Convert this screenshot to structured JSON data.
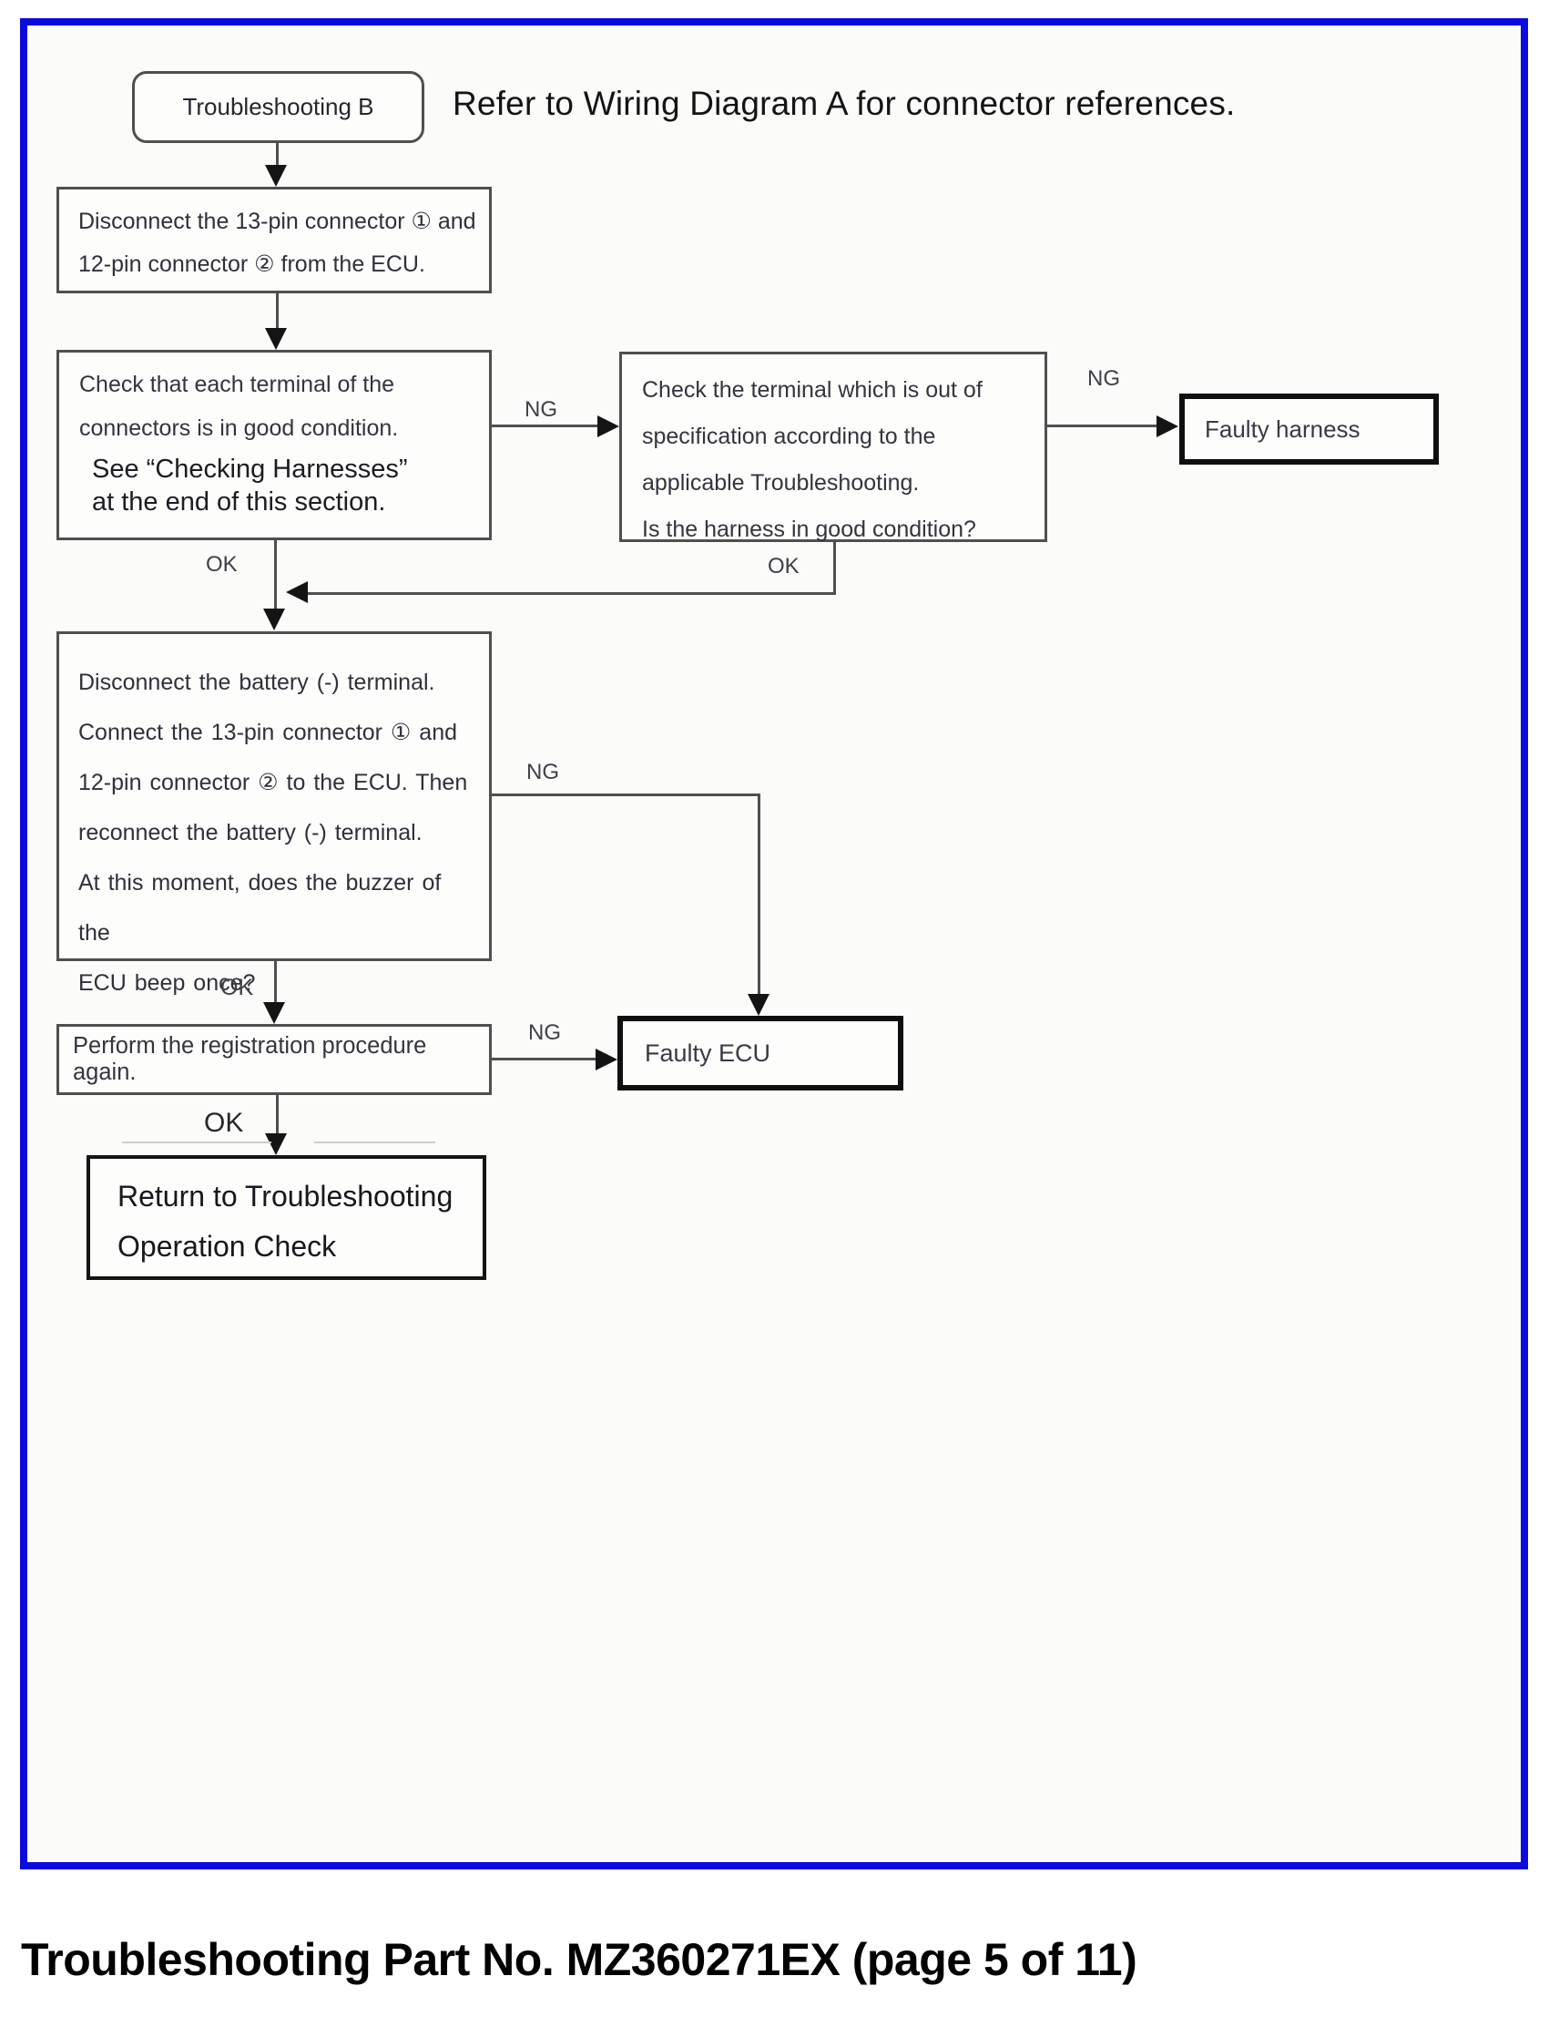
{
  "page": {
    "caption": "Troubleshooting Part No. MZ360271EX (page 5 of 11)",
    "accent_border_color": "#0b0be0"
  },
  "flowchart": {
    "note": "Refer to Wiring Diagram A for connector references.",
    "labels": {
      "ok": "OK",
      "ng": "NG"
    },
    "nodes": {
      "start": {
        "label": "Troubleshooting B"
      },
      "disconnect_connectors": {
        "text": "Disconnect the 13-pin connector ① and\n12-pin connector ② from the ECU."
      },
      "check_terminals": {
        "text": "Check that each terminal of the\nconnectors is in good condition.",
        "see_note": "See “Checking Harnesses”\nat the end of this section."
      },
      "check_out_of_spec": {
        "text": "Check the terminal which is out of\nspecification according to the\napplicable Troubleshooting.\nIs the harness in good condition?"
      },
      "faulty_harness": {
        "label": "Faulty harness"
      },
      "reconnect_battery": {
        "text": "Disconnect the battery (-) terminal.\nConnect the 13-pin connector ① and\n12-pin connector ② to the ECU. Then\nreconnect the battery (-) terminal.\nAt this moment, does the buzzer of the\nECU beep once?"
      },
      "perform_registration": {
        "text": "Perform the registration procedure again."
      },
      "faulty_ecu": {
        "label": "Faulty ECU"
      },
      "return_to_troubleshooting": {
        "text": "Return to Troubleshooting\nOperation Check"
      }
    }
  }
}
